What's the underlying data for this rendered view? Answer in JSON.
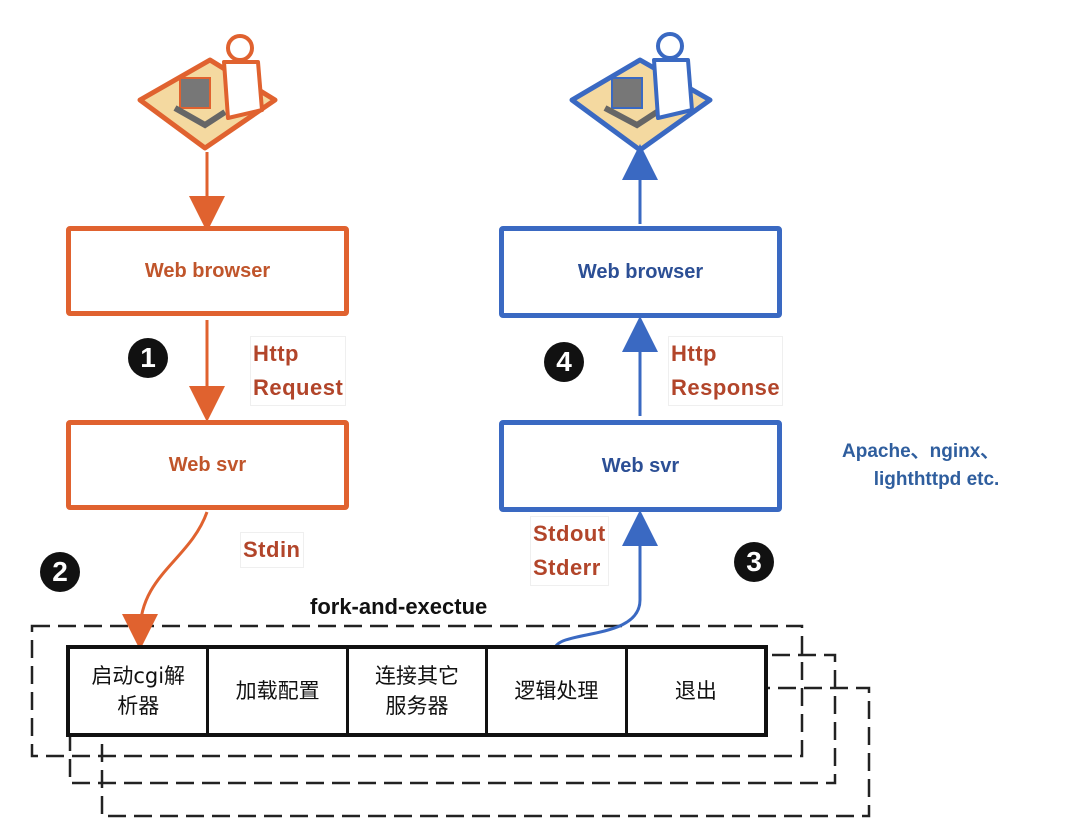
{
  "left_flow": {
    "browser": "Web browser",
    "server": "Web svr",
    "request_line1": "Http",
    "request_line2": "Request",
    "stdin": "Stdin",
    "step1": "1",
    "step2": "2"
  },
  "right_flow": {
    "browser": "Web browser",
    "server": "Web svr",
    "response_line1": "Http",
    "response_line2": "Response",
    "stdout": "Stdout",
    "stderr": "Stderr",
    "step3": "3",
    "step4": "4",
    "servers_note_line1": "Apache、nginx、",
    "servers_note_line2": "lighthttpd etc."
  },
  "fork": {
    "title": "fork-and-exectue",
    "cells": [
      {
        "line1": "启动cgi解",
        "line2": "析器"
      },
      {
        "line1": "加载配置",
        "line2": ""
      },
      {
        "line1": "连接其它",
        "line2": "服务器"
      },
      {
        "line1": "逻辑处理",
        "line2": ""
      },
      {
        "line1": "退出",
        "line2": ""
      }
    ]
  },
  "colors": {
    "request": "#e0622f",
    "response": "#3a69c2",
    "label_text": "#b2452a",
    "note_text": "#2f5e9e"
  },
  "icons": {
    "left_user": "user-at-computer-icon",
    "right_user": "user-at-computer-icon"
  }
}
